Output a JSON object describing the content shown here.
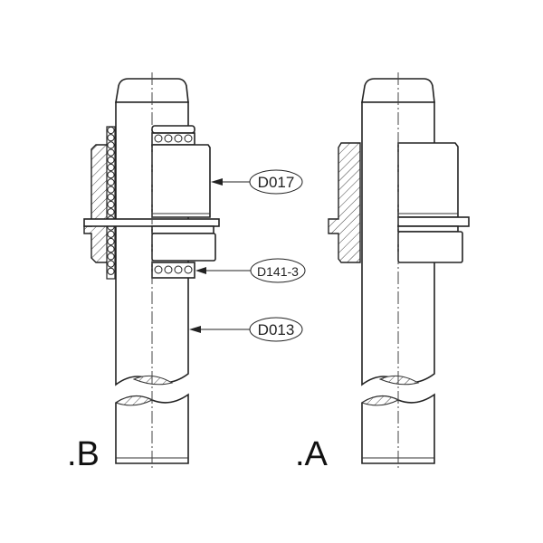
{
  "callouts": {
    "collar": "D017",
    "spring": "D141-3",
    "shaft": "D013"
  },
  "views": {
    "left": ".B",
    "right": ".A"
  }
}
